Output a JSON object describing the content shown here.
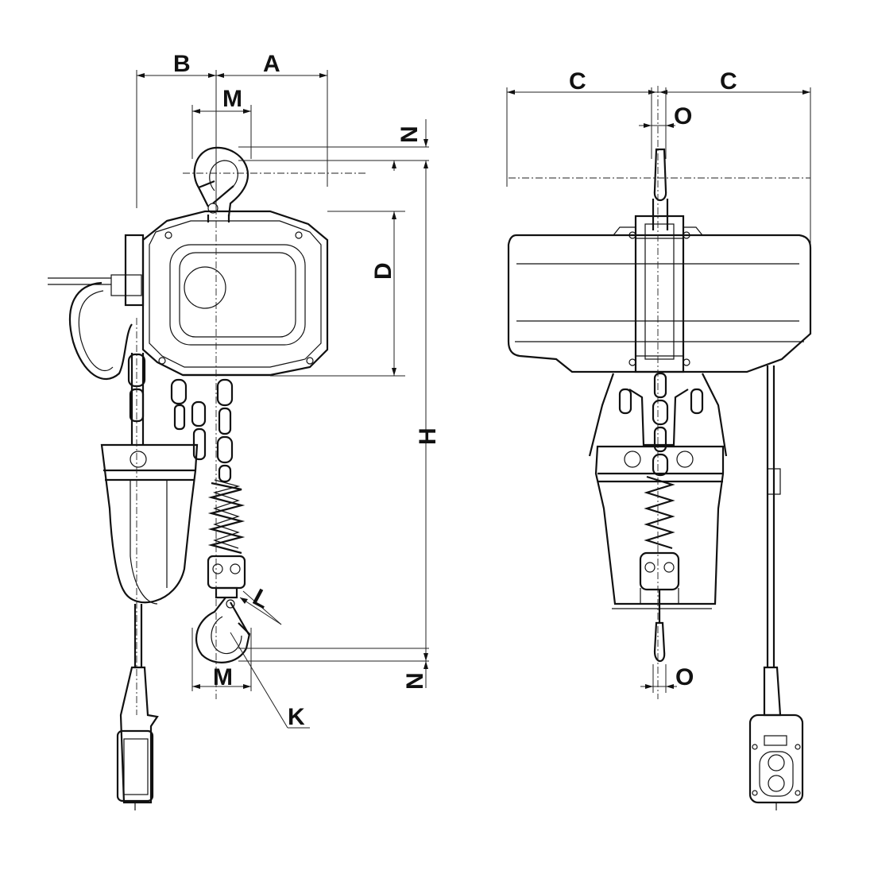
{
  "labels": {
    "A": "A",
    "B": "B",
    "C": "C",
    "D": "D",
    "H": "H",
    "K": "K",
    "L": "L",
    "M": "M",
    "N": "N",
    "O": "O"
  }
}
